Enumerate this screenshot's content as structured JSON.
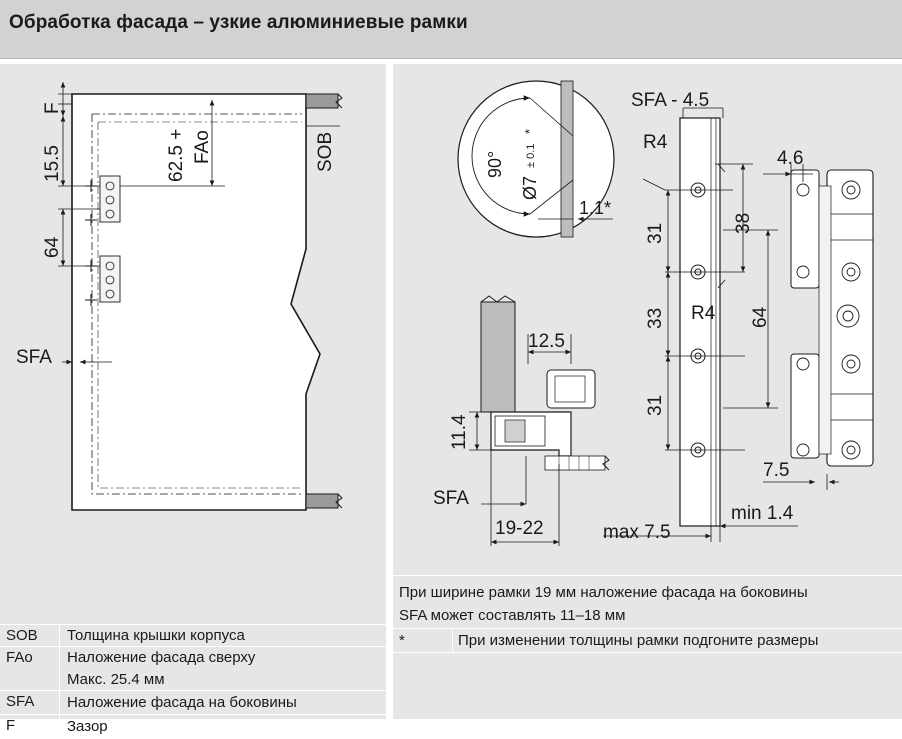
{
  "title": "Обработка фасада – узкие алюминиевые рамки",
  "left_drawing": {
    "labels": {
      "f": "F",
      "d155": "15.5",
      "d64": "64",
      "d625": "62.5 +",
      "fao": "FAo",
      "sob": "SOB",
      "sfa": "SFA"
    }
  },
  "right_drawing": {
    "labels": {
      "angle": "90°",
      "bore": "Ø7",
      "tol": "± 0.1",
      "star": "*",
      "d11": "1.1*",
      "sfa45": "SFA - 4.5",
      "r4a": "R4",
      "r4b": "R4",
      "d31a": "31",
      "d33": "33",
      "d31b": "31",
      "d38": "38",
      "d64": "64",
      "d46": "4.6",
      "d75a": "7.5",
      "min14": "min 1.4",
      "max75": "max 7.5",
      "d125": "12.5",
      "d114": "11.4",
      "sfa": "SFA",
      "d1922": "19-22"
    }
  },
  "legend": [
    {
      "abbr": "SOB",
      "desc": "Толщина крышки корпуса"
    },
    {
      "abbr": "FAo",
      "desc": "Наложение фасада сверху",
      "desc2": "Макс. 25.4 мм"
    },
    {
      "abbr": "SFA",
      "desc": "Наложение фасада на боковины"
    },
    {
      "abbr": "F",
      "desc": "Зазор"
    }
  ],
  "notes": {
    "line1": "При ширине рамки 19 мм наложение фасада на боковины",
    "line2": "SFA может составлять 11–18 мм",
    "star": "*",
    "star_text": "При изменении толщины рамки подгоните размеры"
  },
  "colors": {
    "header_bg": "#d2d2d2",
    "panel_bg": "#e6e6e6",
    "line": "#1a1a1a"
  }
}
